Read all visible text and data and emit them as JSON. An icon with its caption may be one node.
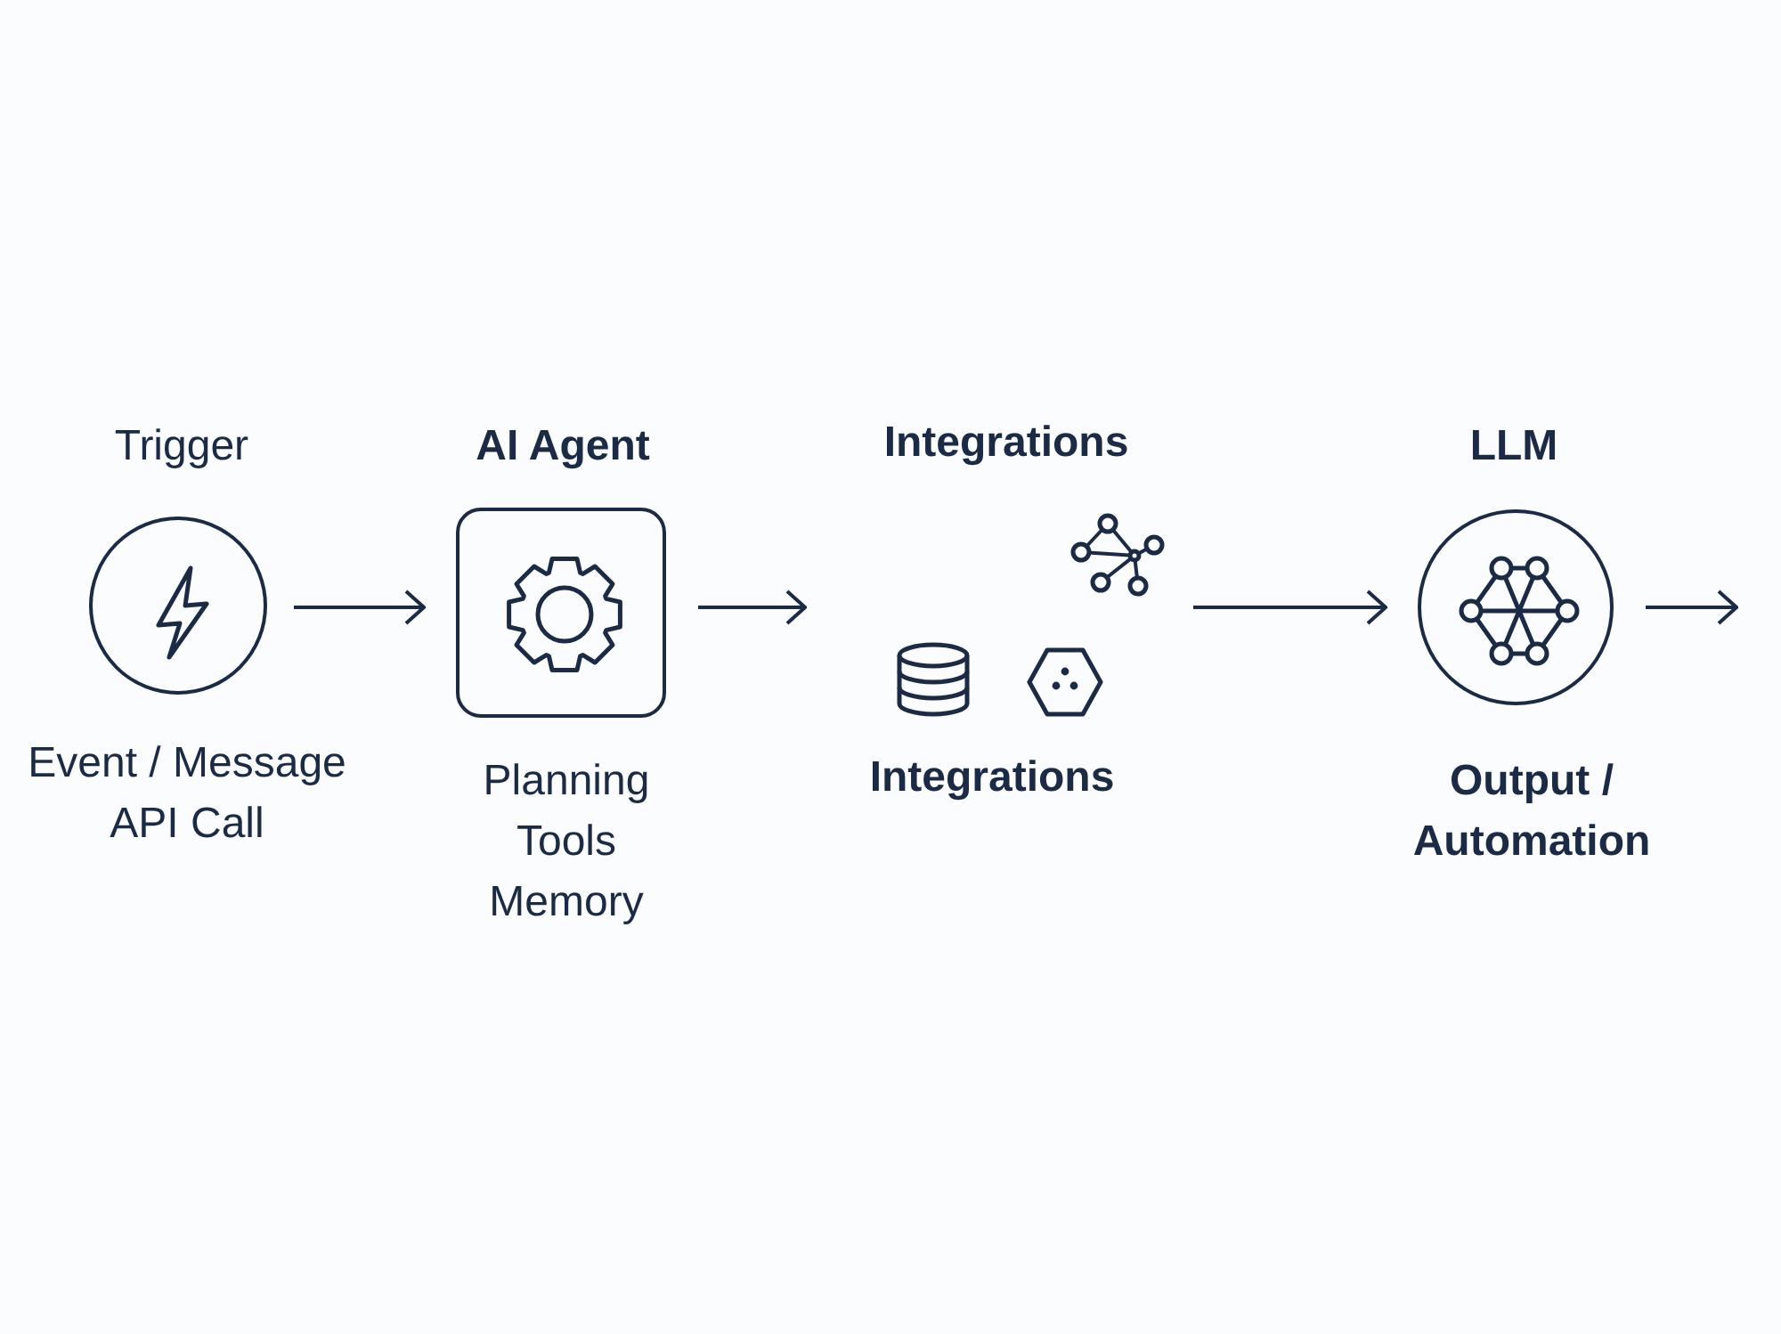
{
  "diagram": {
    "nodes": [
      {
        "text": [
          "Trigger",
          "Event / Message",
          "API Call"
        ]
      },
      {
        "text": [
          "AI Agent",
          "Planning",
          "Tools",
          "Memory"
        ]
      },
      {
        "text": [
          "Integrations",
          "Integrations"
        ]
      },
      {
        "text": [
          "LLM",
          "Output / Automation"
        ]
      }
    ],
    "edges": [
      {
        "from": 0,
        "to": 1,
        "arrow": "to"
      },
      {
        "from": 1,
        "to": 2,
        "arrow": "to"
      },
      {
        "from": 2,
        "to": 3,
        "arrow": "to"
      },
      {
        "from": 3,
        "to": null,
        "arrow": "to"
      }
    ]
  }
}
